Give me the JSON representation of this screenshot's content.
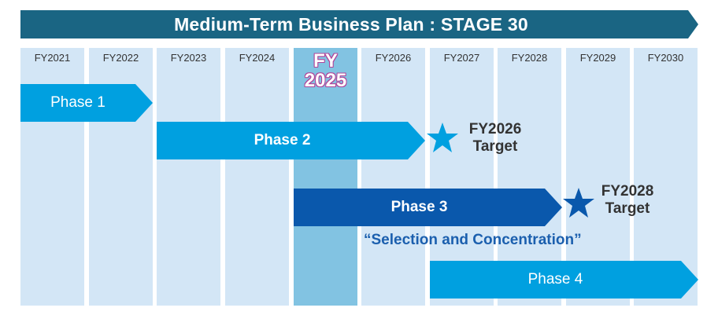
{
  "banner": {
    "title": "Medium-Term Business Plan : STAGE 30",
    "color": "#1a6583"
  },
  "years": [
    {
      "label": "FY2021"
    },
    {
      "label": "FY2022"
    },
    {
      "label": "FY2023"
    },
    {
      "label": "FY2024"
    },
    {
      "label_line1": "FY",
      "label_line2": "2025",
      "current": true
    },
    {
      "label": "FY2026"
    },
    {
      "label": "FY2027"
    },
    {
      "label": "FY2028"
    },
    {
      "label": "FY2029"
    },
    {
      "label": "FY2030"
    }
  ],
  "phases": [
    {
      "label": "Phase 1",
      "start": "FY2021",
      "end": "FY2022",
      "color": "#00a0e0"
    },
    {
      "label": "Phase 2",
      "start": "FY2023",
      "end": "FY2026",
      "color": "#00a0e0"
    },
    {
      "label": "Phase 3",
      "start": "FY2025",
      "end": "FY2028",
      "color": "#0a58ac"
    },
    {
      "label": "Phase 4",
      "start": "FY2027",
      "end": "FY2030",
      "color": "#00a0e0"
    }
  ],
  "targets": [
    {
      "line1": "FY2026",
      "line2": "Target",
      "star_color": "#00a0e0"
    },
    {
      "line1": "FY2028",
      "line2": "Target",
      "star_color": "#0a58ac"
    }
  ],
  "slogan": "“Selection and Concentration”",
  "colors": {
    "column": "#d3e6f6",
    "current_column": "#82c3e2",
    "current_outline": "#b0449a",
    "slogan": "#1b5fae"
  }
}
